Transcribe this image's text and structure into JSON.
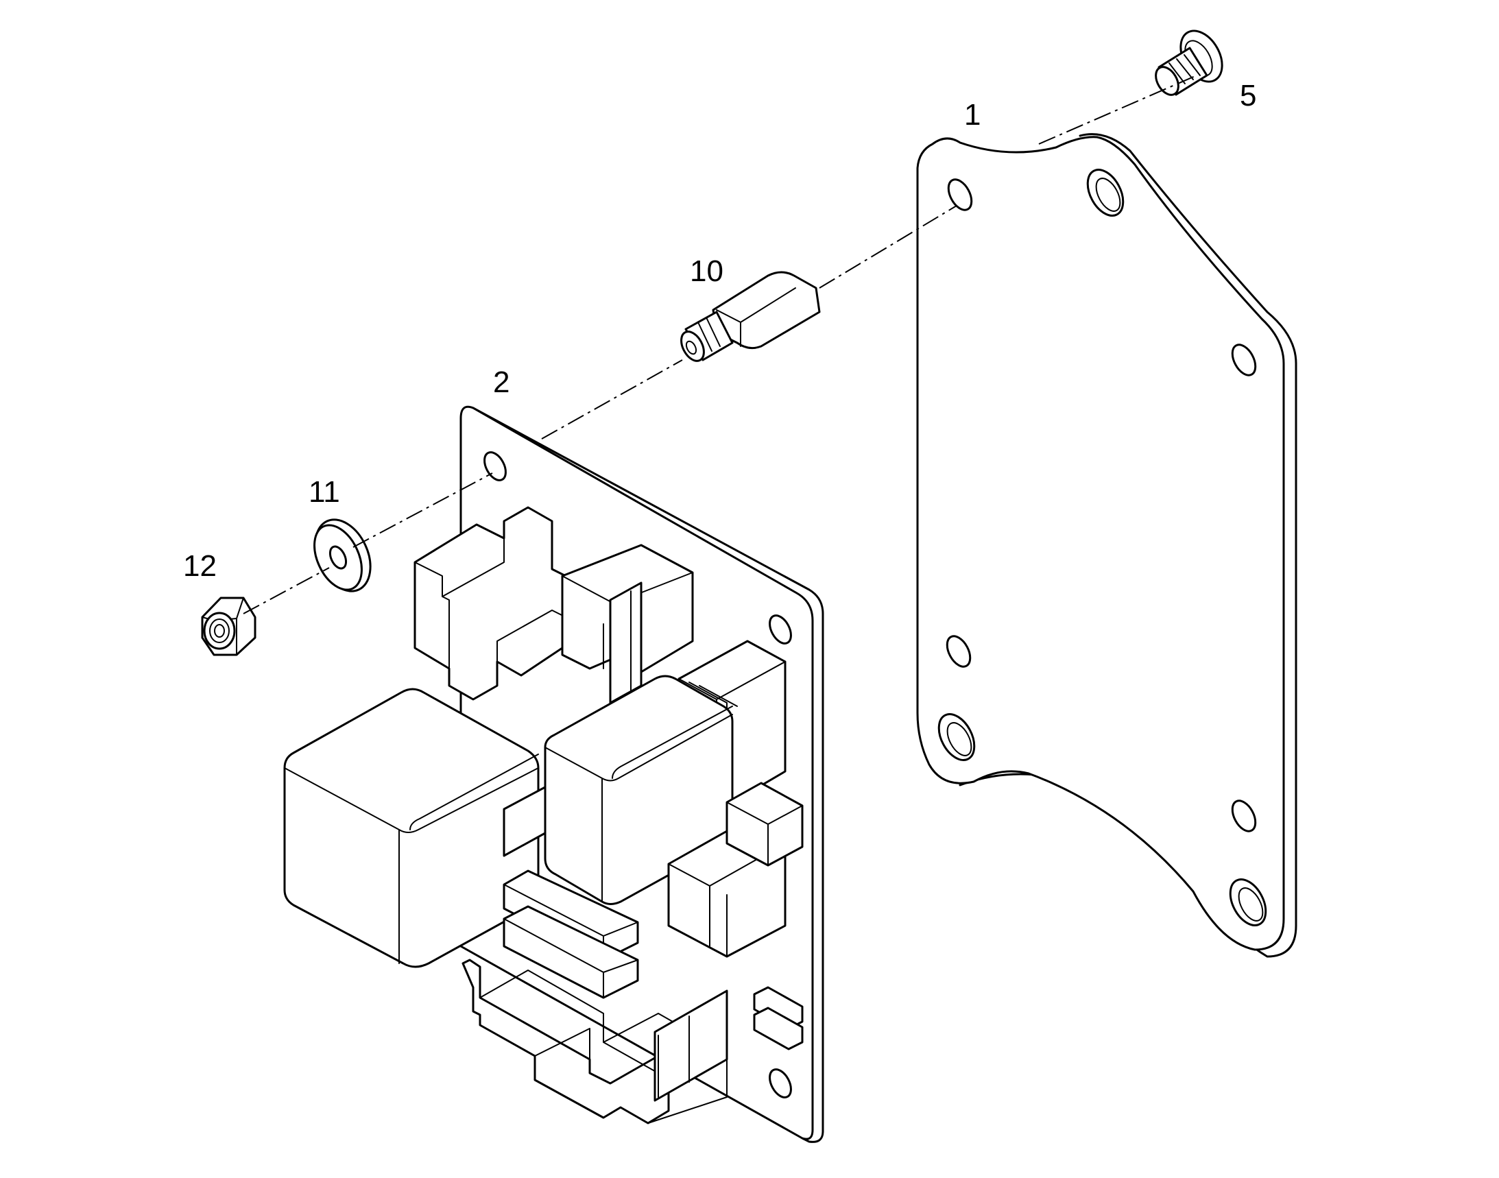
{
  "diagram": {
    "callouts": [
      {
        "id": "1",
        "label": "1"
      },
      {
        "id": "2",
        "label": "2"
      },
      {
        "id": "5",
        "label": "5"
      },
      {
        "id": "10",
        "label": "10"
      },
      {
        "id": "11",
        "label": "11"
      },
      {
        "id": "12",
        "label": "12"
      }
    ]
  }
}
